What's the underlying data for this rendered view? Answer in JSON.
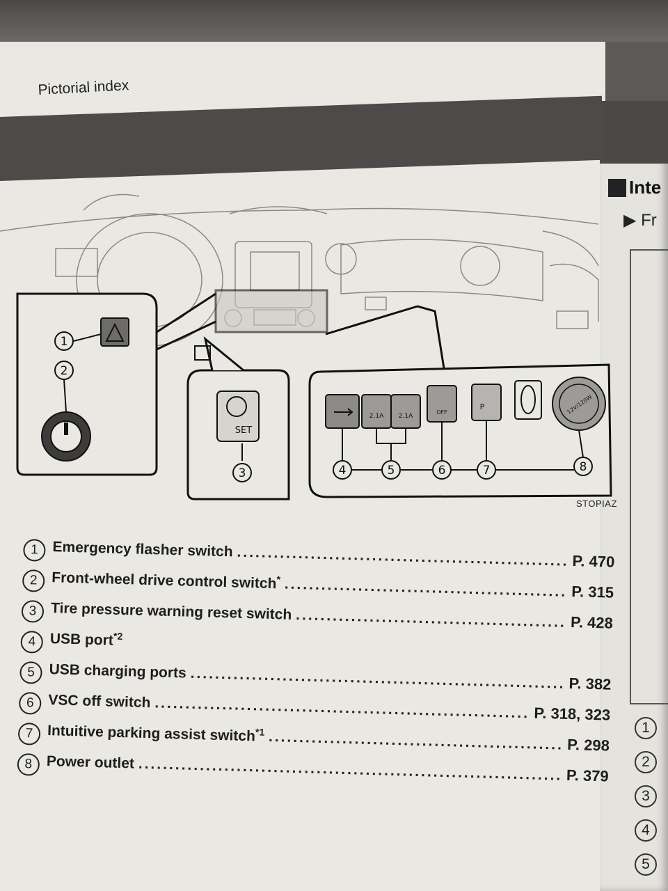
{
  "header": {
    "running_head": "Pictorial index"
  },
  "right_page": {
    "heading": "Inte",
    "subheading": "Fr",
    "list_numbers": [
      "1",
      "2",
      "3",
      "4",
      "5"
    ]
  },
  "diagram": {
    "figure_code": "STOPIAZ",
    "callouts": [
      "1",
      "2",
      "3",
      "4",
      "5",
      "6",
      "7",
      "8"
    ],
    "button_labels": {
      "set": "SET",
      "usb_charge_a": "2.1A",
      "usb_charge_b": "2.1A",
      "vsc_off": "OFF",
      "parking": "P",
      "outlet": "12V/120W"
    }
  },
  "index": {
    "items": [
      {
        "num": "1",
        "label": "Emergency flasher switch",
        "mark": "",
        "page": "P. 470"
      },
      {
        "num": "2",
        "label": "Front-wheel drive control switch",
        "mark": "*",
        "page": "P. 315"
      },
      {
        "num": "3",
        "label": "Tire pressure warning reset switch",
        "mark": "",
        "page": "P. 428"
      },
      {
        "num": "4",
        "label": "USB port",
        "mark": "*2",
        "page": ""
      },
      {
        "num": "5",
        "label": "USB charging ports",
        "mark": "",
        "page": "P. 382"
      },
      {
        "num": "6",
        "label": "VSC off switch",
        "mark": "",
        "page": "P. 318, 323"
      },
      {
        "num": "7",
        "label": "Intuitive parking assist switch",
        "mark": "*1",
        "page": "P. 298"
      },
      {
        "num": "8",
        "label": "Power outlet",
        "mark": "",
        "page": "P. 379"
      }
    ]
  }
}
